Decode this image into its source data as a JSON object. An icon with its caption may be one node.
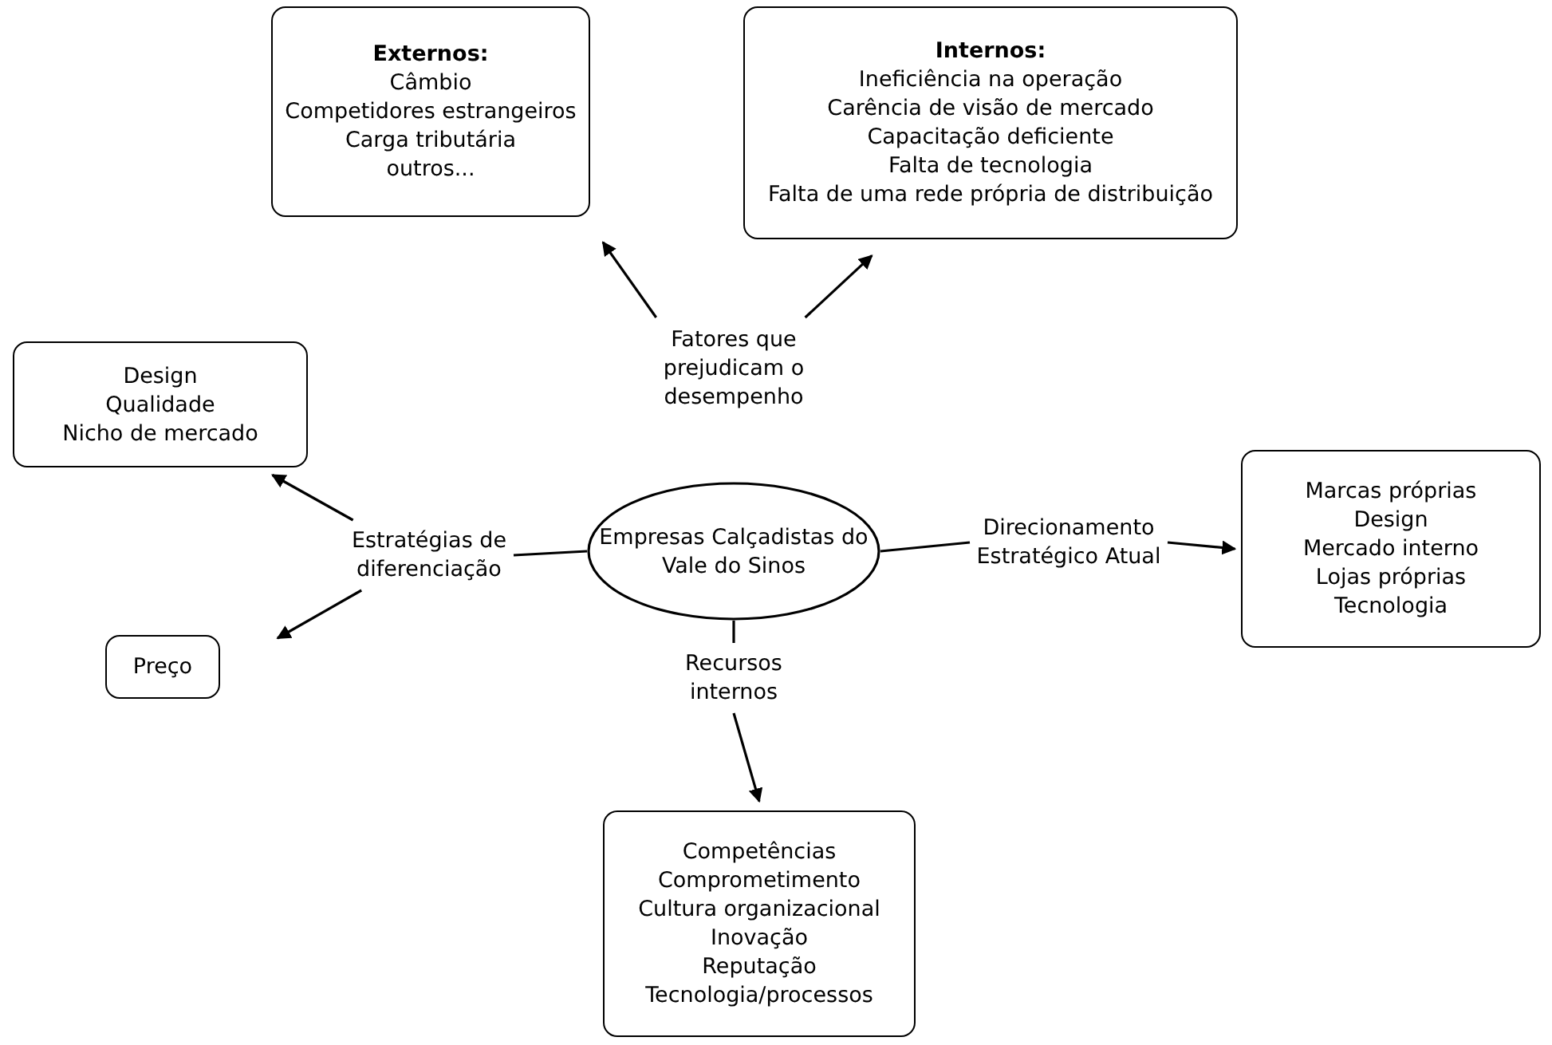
{
  "diagram": {
    "nodes": [
      {
        "text": [
          "Externos:",
          "Câmbio",
          "Competidores estrangeiros",
          "Carga tributária",
          "outros..."
        ]
      },
      {
        "text": [
          "Internos:",
          "Ineficiência na operação",
          "Carência de visão de mercado",
          "Capacitação deficiente",
          "Falta de tecnologia",
          "Falta de uma rede própria de distribuição"
        ]
      },
      {
        "text": [
          "Fatores que prejudicam o desempenho"
        ]
      },
      {
        "text": [
          "Design",
          "Qualidade",
          "Nicho de mercado"
        ]
      },
      {
        "text": [
          "Estratégias de diferenciação"
        ]
      },
      {
        "text": [
          "Empresas Calçadistas do Vale do Sinos"
        ]
      },
      {
        "text": [
          "Direcionamento Estratégico Atual"
        ]
      },
      {
        "text": [
          "Marcas próprias",
          "Design",
          "Mercado interno",
          "Lojas próprias",
          "Tecnologia"
        ]
      },
      {
        "text": [
          "Preço"
        ]
      },
      {
        "text": [
          "Recursos internos"
        ]
      },
      {
        "text": [
          "Competências",
          "Comprometimento",
          "Cultura organizacional",
          "Inovação",
          "Reputação",
          "Tecnologia/processos"
        ]
      }
    ],
    "edges": [
      {
        "from": 4,
        "to": 5,
        "arrow": "none"
      },
      {
        "from": 5,
        "to": 6,
        "arrow": "none"
      },
      {
        "from": 5,
        "to": 9,
        "arrow": "none"
      },
      {
        "from": 2,
        "to": 0,
        "arrow": "to"
      },
      {
        "from": 2,
        "to": 1,
        "arrow": "to"
      },
      {
        "from": 4,
        "to": 3,
        "arrow": "to"
      },
      {
        "from": 4,
        "to": 8,
        "arrow": "to"
      },
      {
        "from": 6,
        "to": 7,
        "arrow": "to"
      },
      {
        "from": 9,
        "to": 10,
        "arrow": "to"
      }
    ]
  }
}
